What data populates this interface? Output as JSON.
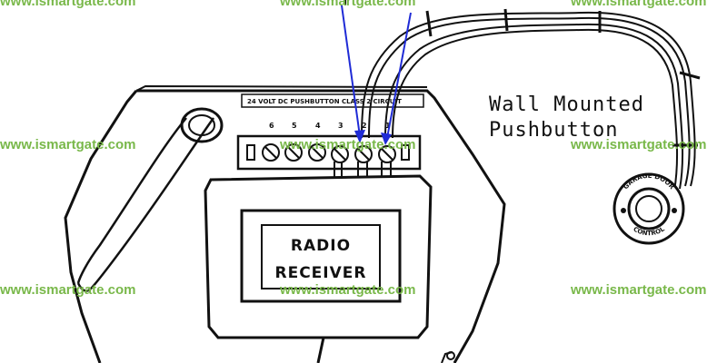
{
  "watermark": {
    "text": "www.ismartgate.com",
    "color": "#79b84a"
  },
  "labels": {
    "wall_mounted_line1": "Wall Mounted",
    "wall_mounted_line2": "Pushbutton",
    "radio_line1": "RADIO",
    "radio_line2": "RECEIVER",
    "terminal_strip_caption": "24 VOLT DC PUSHBUTTON CLASS 2 CIRCUIT",
    "terminal_numbers": [
      "6",
      "5",
      "4",
      "3",
      "2",
      "1"
    ],
    "button_ring_top": "GARAGE DOOR",
    "button_ring_bottom": "CONTROL"
  },
  "colors": {
    "arrow": "#1f2bd6",
    "line": "#111111"
  }
}
